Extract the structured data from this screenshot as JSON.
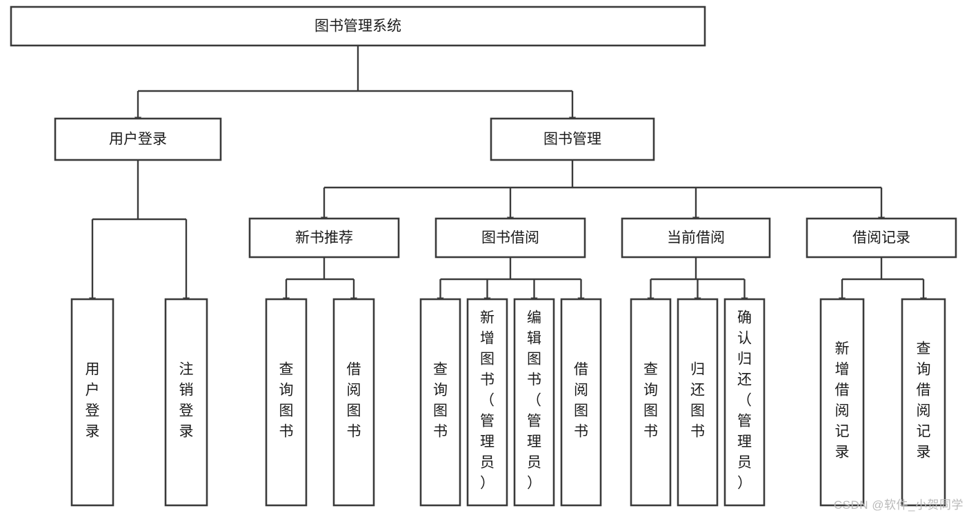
{
  "diagram": {
    "title": "图书管理系统",
    "type": "tree-hierarchy",
    "orientation": "top-down",
    "colors": {
      "stroke": "#3a3a3a",
      "box_fill": "#ffffff",
      "text": "#1b1b1b",
      "background": "#ffffff",
      "watermark": "#b9b9b9"
    },
    "nodes": {
      "root": {
        "label": "图书管理系统",
        "level": 0,
        "text_direction": "horizontal"
      },
      "level1": [
        {
          "id": "user-login",
          "label": "用户登录",
          "text_direction": "horizontal"
        },
        {
          "id": "book-management",
          "label": "图书管理",
          "text_direction": "horizontal"
        }
      ],
      "level2": [
        {
          "id": "new-book-recommend",
          "label": "新书推荐",
          "parent": "book-management",
          "text_direction": "horizontal"
        },
        {
          "id": "book-borrow",
          "label": "图书借阅",
          "parent": "book-management",
          "text_direction": "horizontal"
        },
        {
          "id": "current-borrow",
          "label": "当前借阅",
          "parent": "book-management",
          "text_direction": "horizontal"
        },
        {
          "id": "borrow-record",
          "label": "借阅记录",
          "parent": "book-management",
          "text_direction": "horizontal"
        }
      ],
      "leaves": [
        {
          "id": "leaf-user-login",
          "label": "用户登录",
          "parent": "user-login",
          "text_direction": "vertical"
        },
        {
          "id": "leaf-user-logout",
          "label": "注销登录",
          "parent": "user-login",
          "text_direction": "vertical"
        },
        {
          "id": "leaf-query-book-1",
          "label": "查询图书",
          "parent": "new-book-recommend",
          "text_direction": "vertical"
        },
        {
          "id": "leaf-borrow-book-1",
          "label": "借阅图书",
          "parent": "new-book-recommend",
          "text_direction": "vertical"
        },
        {
          "id": "leaf-query-book-2",
          "label": "查询图书",
          "parent": "book-borrow",
          "text_direction": "vertical"
        },
        {
          "id": "leaf-add-book",
          "label": "新增图书（管理员）",
          "parent": "book-borrow",
          "text_direction": "vertical"
        },
        {
          "id": "leaf-edit-book",
          "label": "编辑图书（管理员）",
          "parent": "book-borrow",
          "text_direction": "vertical"
        },
        {
          "id": "leaf-borrow-book-2",
          "label": "借阅图书",
          "parent": "book-borrow",
          "text_direction": "vertical"
        },
        {
          "id": "leaf-query-book-3",
          "label": "查询图书",
          "parent": "current-borrow",
          "text_direction": "vertical"
        },
        {
          "id": "leaf-return-book",
          "label": "归还图书",
          "parent": "current-borrow",
          "text_direction": "vertical"
        },
        {
          "id": "leaf-confirm-return",
          "label": "确认归还（管理员）",
          "parent": "current-borrow",
          "text_direction": "vertical"
        },
        {
          "id": "leaf-add-record",
          "label": "新增借阅记录",
          "parent": "borrow-record",
          "text_direction": "vertical"
        },
        {
          "id": "leaf-query-record",
          "label": "查询借阅记录",
          "parent": "borrow-record",
          "text_direction": "vertical"
        }
      ]
    },
    "watermark": "CSDN @软件_小贺同学"
  }
}
